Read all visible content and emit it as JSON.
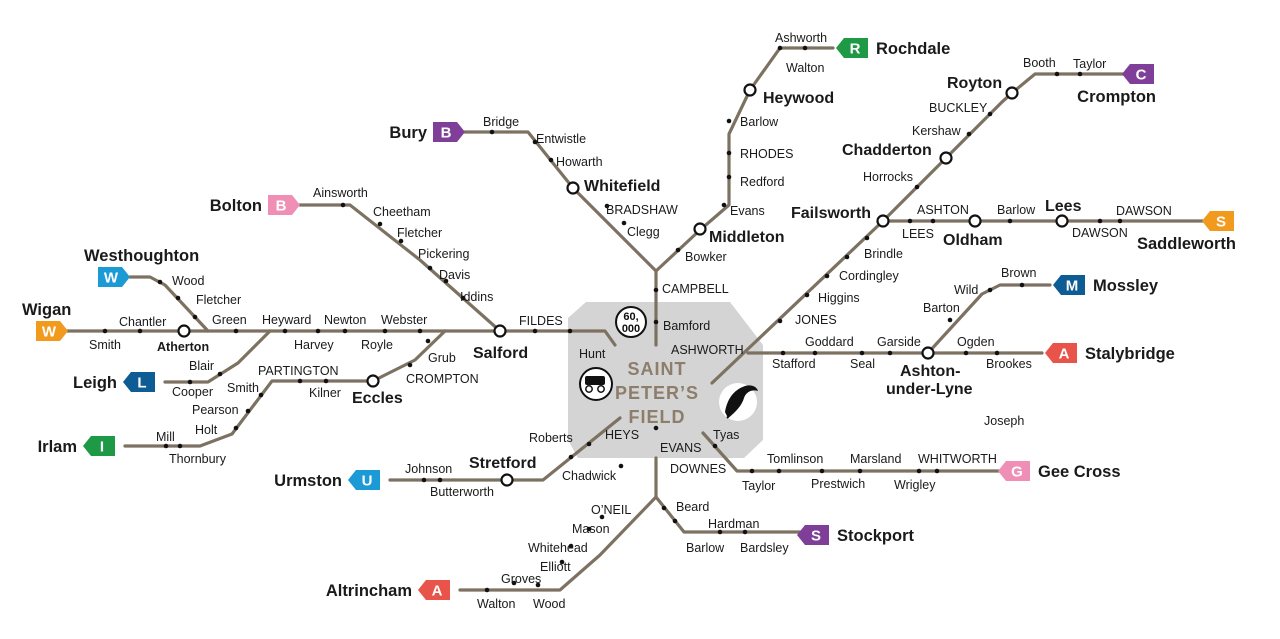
{
  "center": {
    "title_lines": [
      "SAINT",
      "PETER’S",
      "FIELD"
    ],
    "capacity": [
      "60,",
      "000"
    ]
  },
  "colors": {
    "line": "#7d7262",
    "plaza": "#d4d4d4",
    "orange": "#f29a1d",
    "blue": "#1c9ad6",
    "navy": "#0d5c94",
    "green": "#1e9a47",
    "purple": "#7f3f98",
    "pink": "#ef8fb6",
    "red": "#e8534a"
  },
  "terminals": {
    "rochdale": {
      "letter": "R",
      "name": "Rochdale",
      "color": "green"
    },
    "crompton": {
      "letter": "C",
      "name": "Crompton",
      "color": "purple"
    },
    "saddleworth": {
      "letter": "S",
      "name": "Saddleworth",
      "color": "orange"
    },
    "mossley": {
      "letter": "M",
      "name": "Mossley",
      "color": "navy"
    },
    "stalybridge": {
      "letter": "A",
      "name": "Stalybridge",
      "color": "red"
    },
    "gee_cross": {
      "letter": "G",
      "name": "Gee Cross",
      "color": "pink"
    },
    "stockport": {
      "letter": "S",
      "name": "Stockport",
      "color": "purple"
    },
    "altrincham": {
      "letter": "A",
      "name": "Altrincham",
      "color": "red"
    },
    "urmston": {
      "letter": "U",
      "name": "Urmston",
      "color": "blue"
    },
    "irlam": {
      "letter": "I",
      "name": "Irlam",
      "color": "green"
    },
    "leigh": {
      "letter": "L",
      "name": "Leigh",
      "color": "navy"
    },
    "wigan": {
      "letter": "W",
      "name": "Wigan",
      "color": "orange"
    },
    "westhoughton": {
      "letter": "W",
      "name": "Westhoughton",
      "color": "blue"
    },
    "bolton": {
      "letter": "B",
      "name": "Bolton",
      "color": "pink"
    },
    "bury": {
      "letter": "B",
      "name": "Bury",
      "color": "purple"
    }
  },
  "interchanges": {
    "heywood": "Heywood",
    "royton": "Royton",
    "chadderton": "Chadderton",
    "failsworth": "Failsworth",
    "oldham": "Oldham",
    "lees": "Lees",
    "ashton_l1": "Ashton-",
    "ashton_l2": "under-Lyne",
    "middleton": "Middleton",
    "whitefield": "Whitefield",
    "salford": "Salford",
    "eccles": "Eccles",
    "stretford": "Stretford",
    "atherton": "Atherton"
  },
  "stations": {
    "ashworth_n": "Ashworth",
    "walton_n": "Walton",
    "barlow_n": "Barlow",
    "rhodes": "RHODES",
    "redford": "Redford",
    "evans_n": "Evans",
    "bowker": "Bowker",
    "campbell": "CAMPBELL",
    "bamford": "Bamford",
    "booth": "Booth",
    "taylor_ne": "Taylor",
    "buckley": "BUCKLEY",
    "kershaw": "Kershaw",
    "horrocks": "Horrocks",
    "brindle": "Brindle",
    "cordingley": "Cordingley",
    "higgins": "Higgins",
    "jones": "JONES",
    "ashworth_c": "ASHWORTH",
    "ashton": "ASHTON",
    "lees_s": "LEES",
    "barlow_e": "Barlow",
    "dawson_a": "DAWSON",
    "dawson_b": "DAWSON",
    "brown": "Brown",
    "wild": "Wild",
    "barton": "Barton",
    "stafford": "Stafford",
    "goddard": "Goddard",
    "seal": "Seal",
    "garside": "Garside",
    "ogden": "Ogden",
    "brookes": "Brookes",
    "joseph": "Joseph",
    "tyas": "Tyas",
    "downes": "DOWNES",
    "taylor_se": "Taylor",
    "tomlinson": "Tomlinson",
    "prestwich": "Prestwich",
    "marsland": "Marsland",
    "wrigley": "Wrigley",
    "whitworth": "WHITWORTH",
    "evans_s": "EVANS",
    "beard": "Beard",
    "hardman": "Hardman",
    "barlow_s": "Barlow",
    "bardsley": "Bardsley",
    "heys": "HEYS",
    "oneil": "O’NEIL",
    "mason": "Mason",
    "whitehead": "Whitehead",
    "elliott": "Elliott",
    "groves": "Groves",
    "walton_s": "Walton",
    "wood_s": "Wood",
    "roberts": "Roberts",
    "chadwick": "Chadwick",
    "butterworth": "Butterworth",
    "johnson": "Johnson",
    "hunt": "Hunt",
    "fildes": "FILDES",
    "grub": "Grub",
    "crompton_w": "CROMPTON",
    "partington": "PARTINGTON",
    "kilner": "Kilner",
    "smith_w": "Smith",
    "pearson": "Pearson",
    "holt": "Holt",
    "mill": "Mill",
    "thornbury": "Thornbury",
    "iddins": "Iddins",
    "davis": "Davis",
    "pickering": "Pickering",
    "fletcher_n": "Fletcher",
    "cheetham": "Cheetham",
    "ainsworth": "Ainsworth",
    "clegg": "Clegg",
    "bradshaw": "BRADSHAW",
    "howarth": "Howarth",
    "entwistle": "Entwistle",
    "bridge": "Bridge",
    "webster": "Webster",
    "royle": "Royle",
    "newton": "Newton",
    "harvey": "Harvey",
    "heyward": "Heyward",
    "green": "Green",
    "fletcher_w": "Fletcher",
    "wood_w": "Wood",
    "chantler": "Chantler",
    "smith_wg": "Smith",
    "blair": "Blair",
    "cooper": "Cooper"
  }
}
